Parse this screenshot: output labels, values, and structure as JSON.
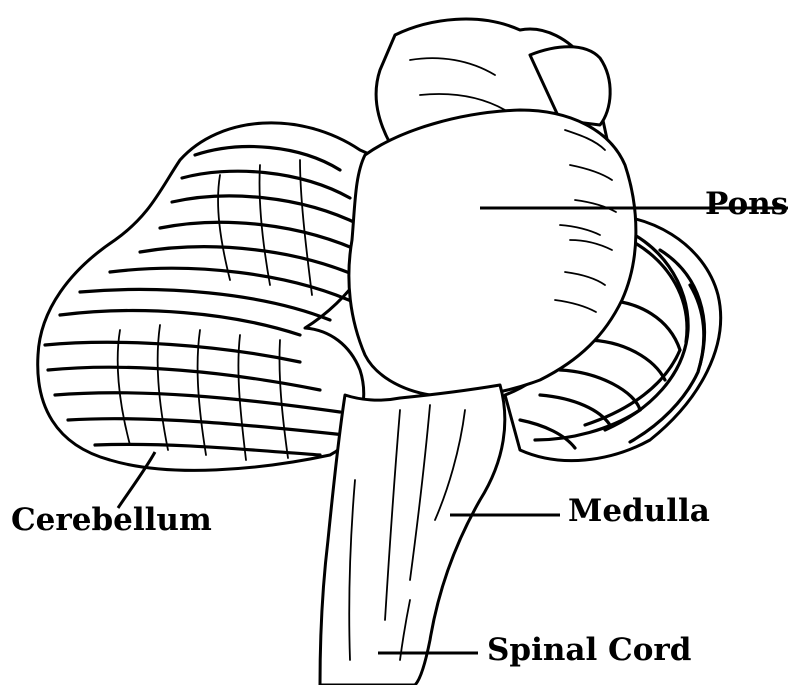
{
  "labels": {
    "pons": "Pons",
    "cerebellum": "Cerebellum",
    "medulla": "Medulla",
    "spinal_cord": "Spinal Cord"
  },
  "colors": {
    "ink": "#000000",
    "paper": "#ffffff"
  }
}
